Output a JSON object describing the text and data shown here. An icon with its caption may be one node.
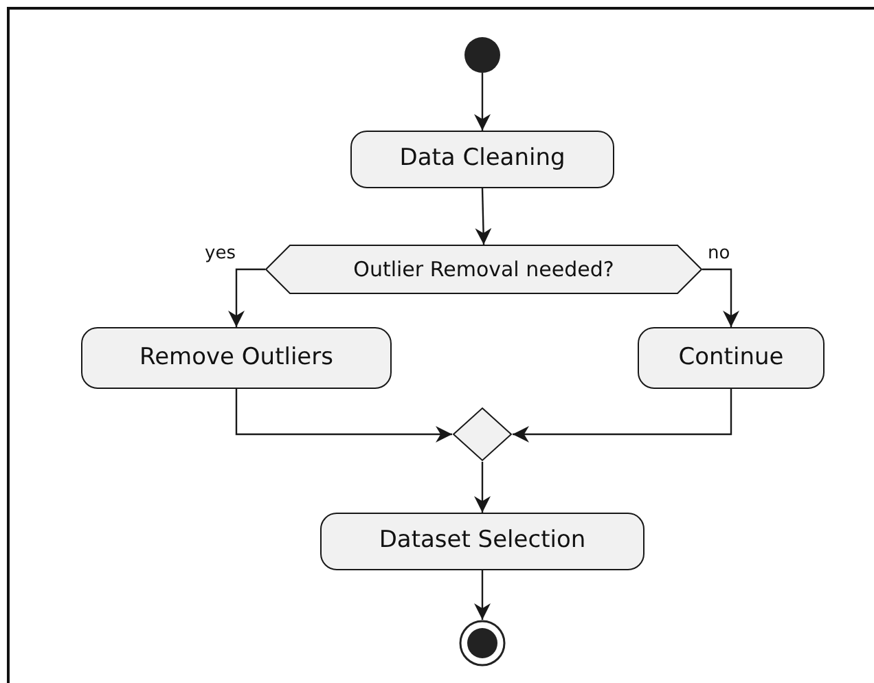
{
  "diagram": {
    "nodes": [
      {
        "text": [],
        "shape": "circle"
      },
      {
        "text": [
          "Data Cleaning"
        ]
      },
      {
        "text": [
          "Outlier Removal needed?"
        ]
      },
      {
        "text": [
          "Remove Outliers"
        ]
      },
      {
        "text": [
          "Continue"
        ]
      },
      {
        "text": [],
        "shape": "diamond"
      },
      {
        "text": [
          "Dataset Selection"
        ]
      },
      {
        "text": [],
        "shape": "bullseye"
      }
    ],
    "edges": [
      {
        "from": 0,
        "to": 1,
        "arrow": "to"
      },
      {
        "from": 1,
        "to": 2,
        "arrow": "to"
      },
      {
        "from": 2,
        "to": 3,
        "arrow": "to",
        "label": "yes"
      },
      {
        "from": 2,
        "to": 4,
        "arrow": "to",
        "label": "no"
      },
      {
        "from": 3,
        "to": 5,
        "arrow": "to"
      },
      {
        "from": 4,
        "to": 5,
        "arrow": "to"
      },
      {
        "from": 5,
        "to": 6,
        "arrow": "to"
      },
      {
        "from": 6,
        "to": 7,
        "arrow": "to"
      }
    ]
  }
}
